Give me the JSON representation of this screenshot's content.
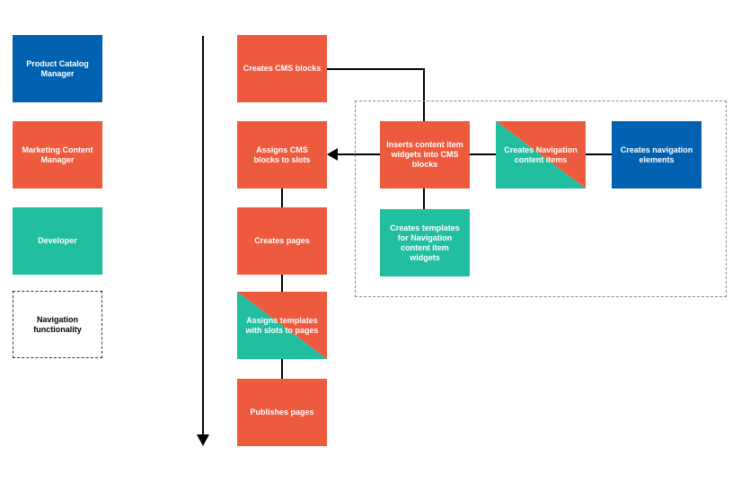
{
  "colors": {
    "product_catalog_manager": "#0061B0",
    "marketing_content_manager": "#EE5A3E",
    "developer": "#21BFA0",
    "line": "#000000",
    "dashed": "#888888"
  },
  "legend": {
    "product_catalog_manager": "Product Catalog Manager",
    "marketing_content_manager": "Marketing Content Manager",
    "developer": "Developer",
    "navigation_functionality": "Navigation functionality"
  },
  "steps": {
    "creates_cms_blocks": "Creates CMS blocks",
    "assigns_cms_blocks": "Assigns CMS blocks to slots",
    "creates_pages": "Creates pages",
    "assigns_templates": "Assigns templates with slots to pages",
    "publishes_pages": "Publishes pages",
    "inserts_widgets": "Inserts content item widgets into CMS blocks",
    "creates_nav_items": "Creates Navigation content items",
    "creates_nav_elements": "Creates navigation elements",
    "creates_templates": "Creates templates for Navigation content item widgets"
  }
}
